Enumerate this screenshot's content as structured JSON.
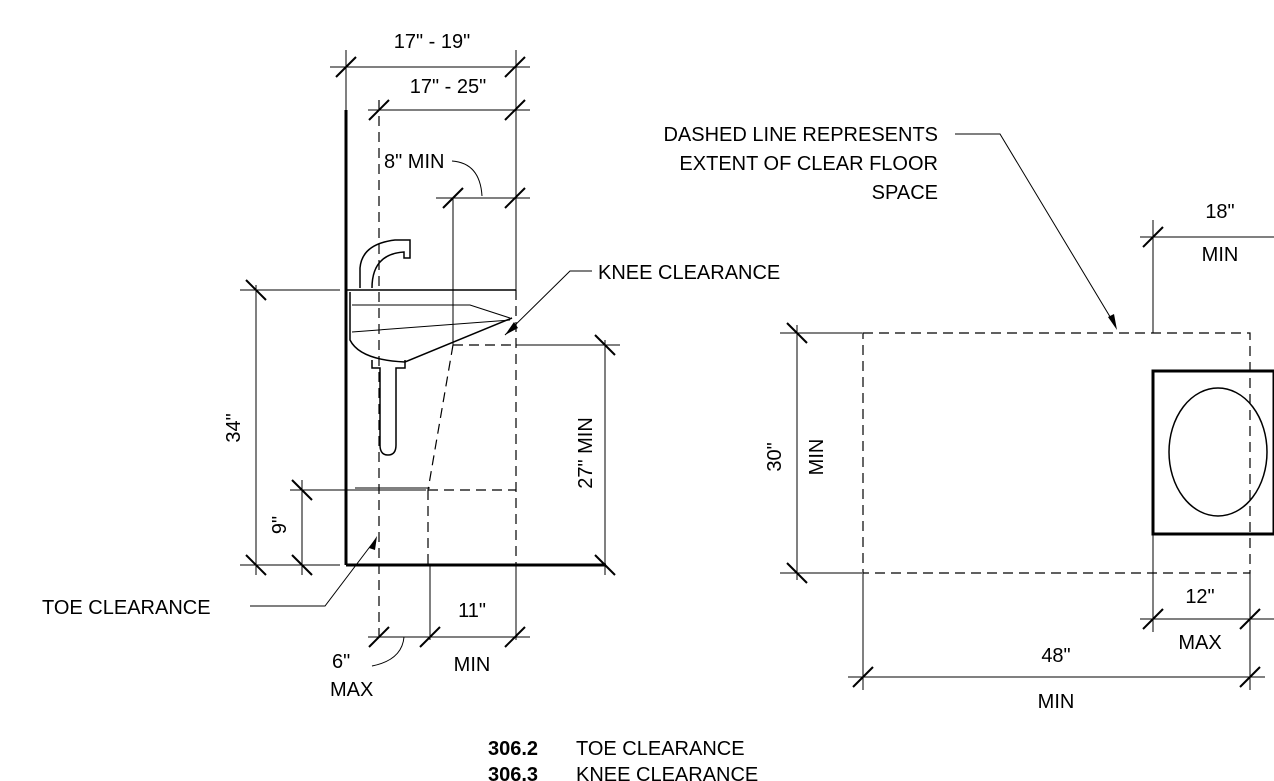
{
  "side_view": {
    "dim_top_outer": "17\" - 19\"",
    "dim_top_inner": "17\" - 25\"",
    "dim_8_min": "8\" MIN",
    "knee_clearance": "KNEE CLEARANCE",
    "dim_34": "34\"",
    "dim_27_min": "27\"  MIN",
    "dim_9": "9\"",
    "toe_clearance": "TOE CLEARANCE",
    "dim_6": "6\"",
    "dim_6_max": "MAX",
    "dim_11": "11\"",
    "dim_11_min": "MIN"
  },
  "plan_view": {
    "dashed_note": [
      "DASHED LINE REPRESENTS",
      "EXTENT OF CLEAR FLOOR",
      "SPACE"
    ],
    "dim_18": "18\"",
    "dim_18_min": "MIN",
    "dim_30": "30\"",
    "dim_30_min": "MIN",
    "dim_12": "12\"",
    "dim_12_max": "MAX",
    "dim_48": "48\"",
    "dim_48_min": "MIN"
  },
  "captions": [
    {
      "number": "306.2",
      "text": "TOE CLEARANCE"
    },
    {
      "number": "306.3",
      "text": "KNEE CLEARANCE"
    }
  ]
}
